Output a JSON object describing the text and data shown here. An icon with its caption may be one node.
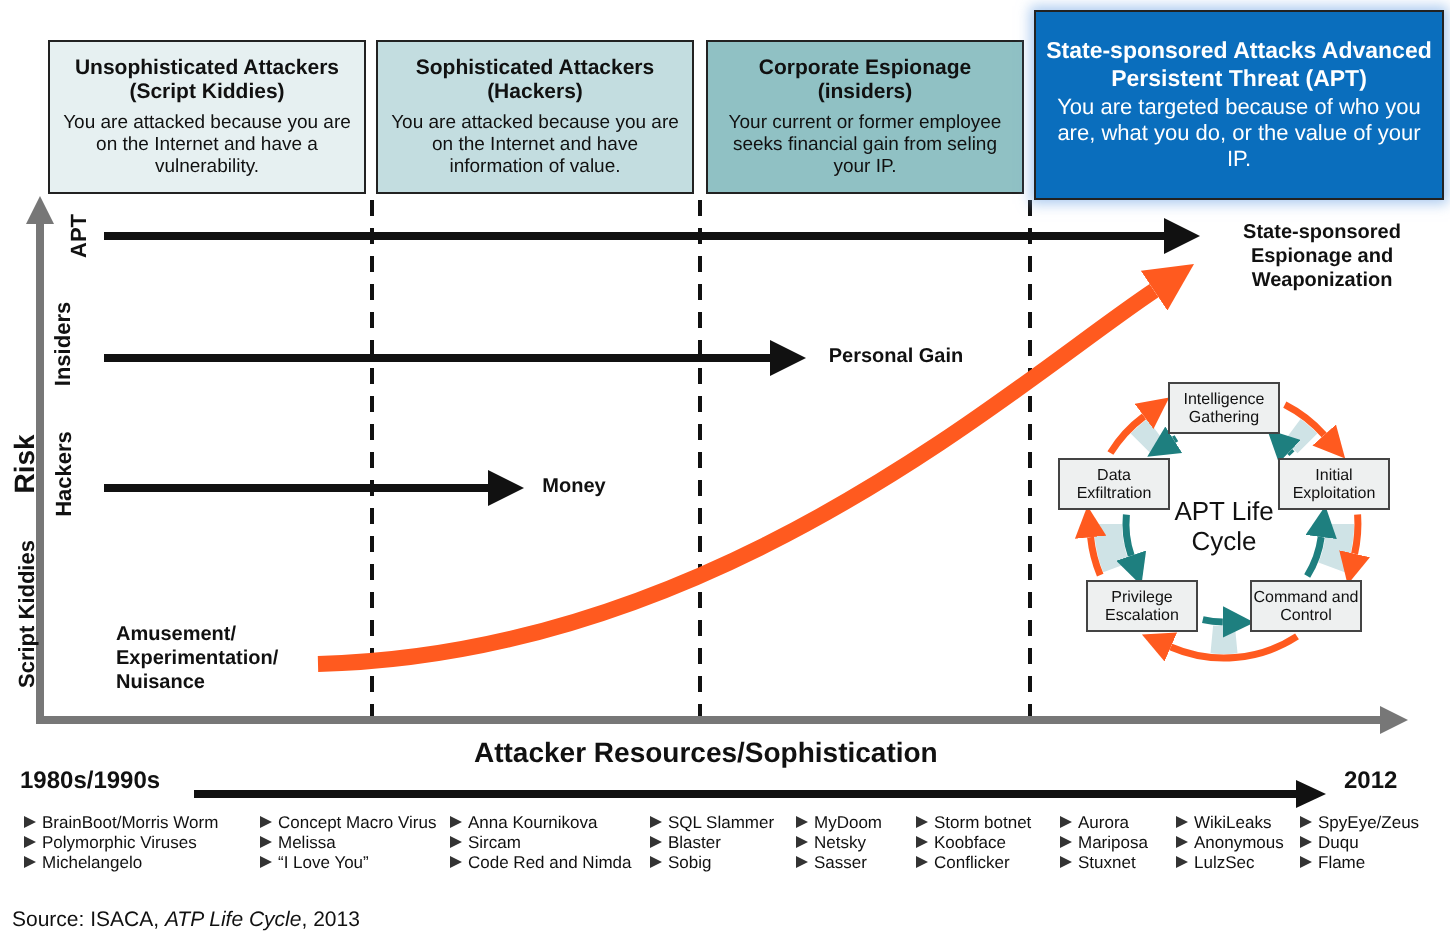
{
  "diagram": {
    "caption": "Source: ISACA, *ATP Life Cycle*, 2013",
    "nodes": [
      {
        "text": [
          "Unsophisticated Attackers (Script Kiddies)",
          "You are attacked because you are on the Internet and have a vulnerability."
        ]
      },
      {
        "text": [
          "Sophisticated Attackers (Hackers)",
          "You are attacked because you are on the Internet and have information of value."
        ]
      },
      {
        "text": [
          "Corporate Espionage (insiders)",
          "Your current or former employee seeks financial gain from seling your IP."
        ]
      },
      {
        "text": [
          "State-sponsored Attacks Advanced Persistent Threat (APT)",
          "You are targeted because of who you are, what you do, or the value of your IP."
        ]
      },
      {
        "text": [
          "State-sponsored Espionage and Weaponization"
        ]
      },
      {
        "text": [
          "Personal Gain"
        ]
      },
      {
        "text": [
          "Money"
        ]
      },
      {
        "text": [
          "Amusement/ Experimentation/ Nuisance"
        ]
      },
      {
        "text": [
          "APT Life Cycle"
        ]
      },
      {
        "text": [
          "Intelligence Gathering"
        ]
      },
      {
        "text": [
          "Initial Exploitation"
        ]
      },
      {
        "text": [
          "Command and Control"
        ]
      },
      {
        "text": [
          "Privilege Escalation"
        ]
      },
      {
        "text": [
          "Data Exfiltration"
        ]
      }
    ],
    "edges": [
      {
        "from": null,
        "to": 4,
        "arrow": "to",
        "color": "#111111"
      },
      {
        "from": null,
        "to": 5,
        "arrow": "to",
        "color": "#111111"
      },
      {
        "from": null,
        "to": 6,
        "arrow": "to",
        "color": "#111111"
      },
      {
        "from": 7,
        "to": 4,
        "arrow": "to",
        "style": "thick",
        "color": "#ff5a1f"
      },
      {
        "from": 9,
        "to": 10,
        "arrow": "to",
        "color": "#ff5a1f"
      },
      {
        "from": 10,
        "to": 11,
        "arrow": "to",
        "color": "#ff5a1f"
      },
      {
        "from": 11,
        "to": 12,
        "arrow": "to",
        "color": "#ff5a1f"
      },
      {
        "from": 12,
        "to": 13,
        "arrow": "to",
        "color": "#ff5a1f"
      },
      {
        "from": 13,
        "to": 9,
        "arrow": "to",
        "color": "#ff5a1f"
      },
      {
        "from": 9,
        "to": 13,
        "arrow": "to",
        "color": "#1e7f7f"
      },
      {
        "from": 13,
        "to": 12,
        "arrow": "to",
        "color": "#1e7f7f"
      },
      {
        "from": 12,
        "to": 11,
        "arrow": "to",
        "color": "#1e7f7f"
      },
      {
        "from": 11,
        "to": 10,
        "arrow": "to",
        "color": "#1e7f7f"
      },
      {
        "from": 10,
        "to": 9,
        "arrow": "to",
        "color": "#1e7f7f"
      }
    ],
    "labels": [
      "Risk",
      "APT",
      "Insiders",
      "Hackers",
      "Script Kiddies",
      "Attacker Resources/Sophistication",
      "1980s/1990s",
      "2012",
      "BrainBoot/Morris Worm",
      "Polymorphic Viruses",
      "Michelangelo",
      "Concept Macro Virus",
      "Melissa",
      "“I Love You”",
      "Anna Kournikova",
      "Sircam",
      "Code Red and Nimda",
      "SQL Slammer",
      "Blaster",
      "Sobig",
      "MyDoom",
      "Netsky",
      "Sasser",
      "Storm botnet",
      "Koobface",
      "Conflicker",
      "Aurora",
      "Mariposa",
      "Stuxnet",
      "WikiLeaks",
      "Anonymous",
      "LulzSec",
      "SpyEye/Zeus",
      "Duqu",
      "Flame"
    ]
  }
}
